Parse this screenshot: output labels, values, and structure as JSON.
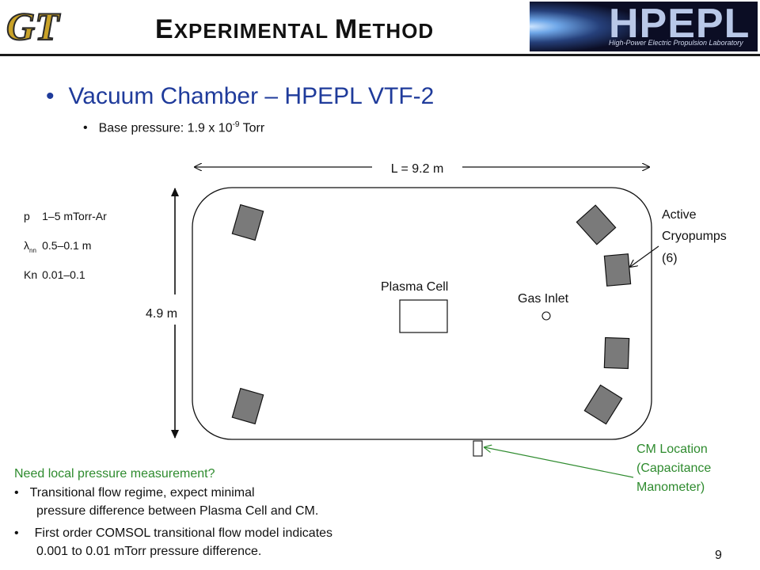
{
  "header": {
    "title_first_cap": "E",
    "title_rest_1": "XPERIMENTAL ",
    "title_second_cap": "M",
    "title_rest_2": "ETHOD",
    "logo_left_text": "GT",
    "logo_right_big": "HPEPL",
    "logo_right_small": "High-Power Electric Propulsion Laboratory"
  },
  "content": {
    "bullet1": "Vacuum Chamber – HPEPL VTF-2",
    "bullet2_prefix": "Base pressure: 1.9 x 10",
    "bullet2_exp": "-9",
    "bullet2_suffix": " Torr",
    "bullet_char": "•"
  },
  "params": {
    "p_sym": "p",
    "p_val": "1–5 mTorr-Ar",
    "lambda_sym": "λ",
    "lambda_sub": "nn",
    "lambda_val": "0.5–0.1 m",
    "kn_sym": "Kn",
    "kn_val": "0.01–0.1"
  },
  "diagram": {
    "length_label": "L = 9.2 m",
    "height_label": "4.9 m",
    "plasma_cell": "Plasma Cell",
    "gas_inlet": "Gas Inlet",
    "cryopumps_1": "Active",
    "cryopumps_2": "Cryopumps",
    "cryopumps_3": "(6)",
    "cm_1": "CM Location",
    "cm_2": "(Capacitance",
    "cm_3": "Manometer)"
  },
  "notes": {
    "heading": "Need local pressure measurement?",
    "item1_line1": "Transitional flow regime, expect minimal",
    "item1_line2": "pressure difference between Plasma Cell and CM.",
    "item2_line1": "First order COMSOL transitional flow model indicates",
    "item2_line2": "0.001 to 0.01 mTorr pressure difference."
  },
  "footer": {
    "page_number": "9"
  },
  "colors": {
    "title_blue": "#1f3b9b",
    "note_green": "#2e8b2e",
    "pump_gray": "#7a7a7a",
    "logo_gold": "#c9a227"
  }
}
